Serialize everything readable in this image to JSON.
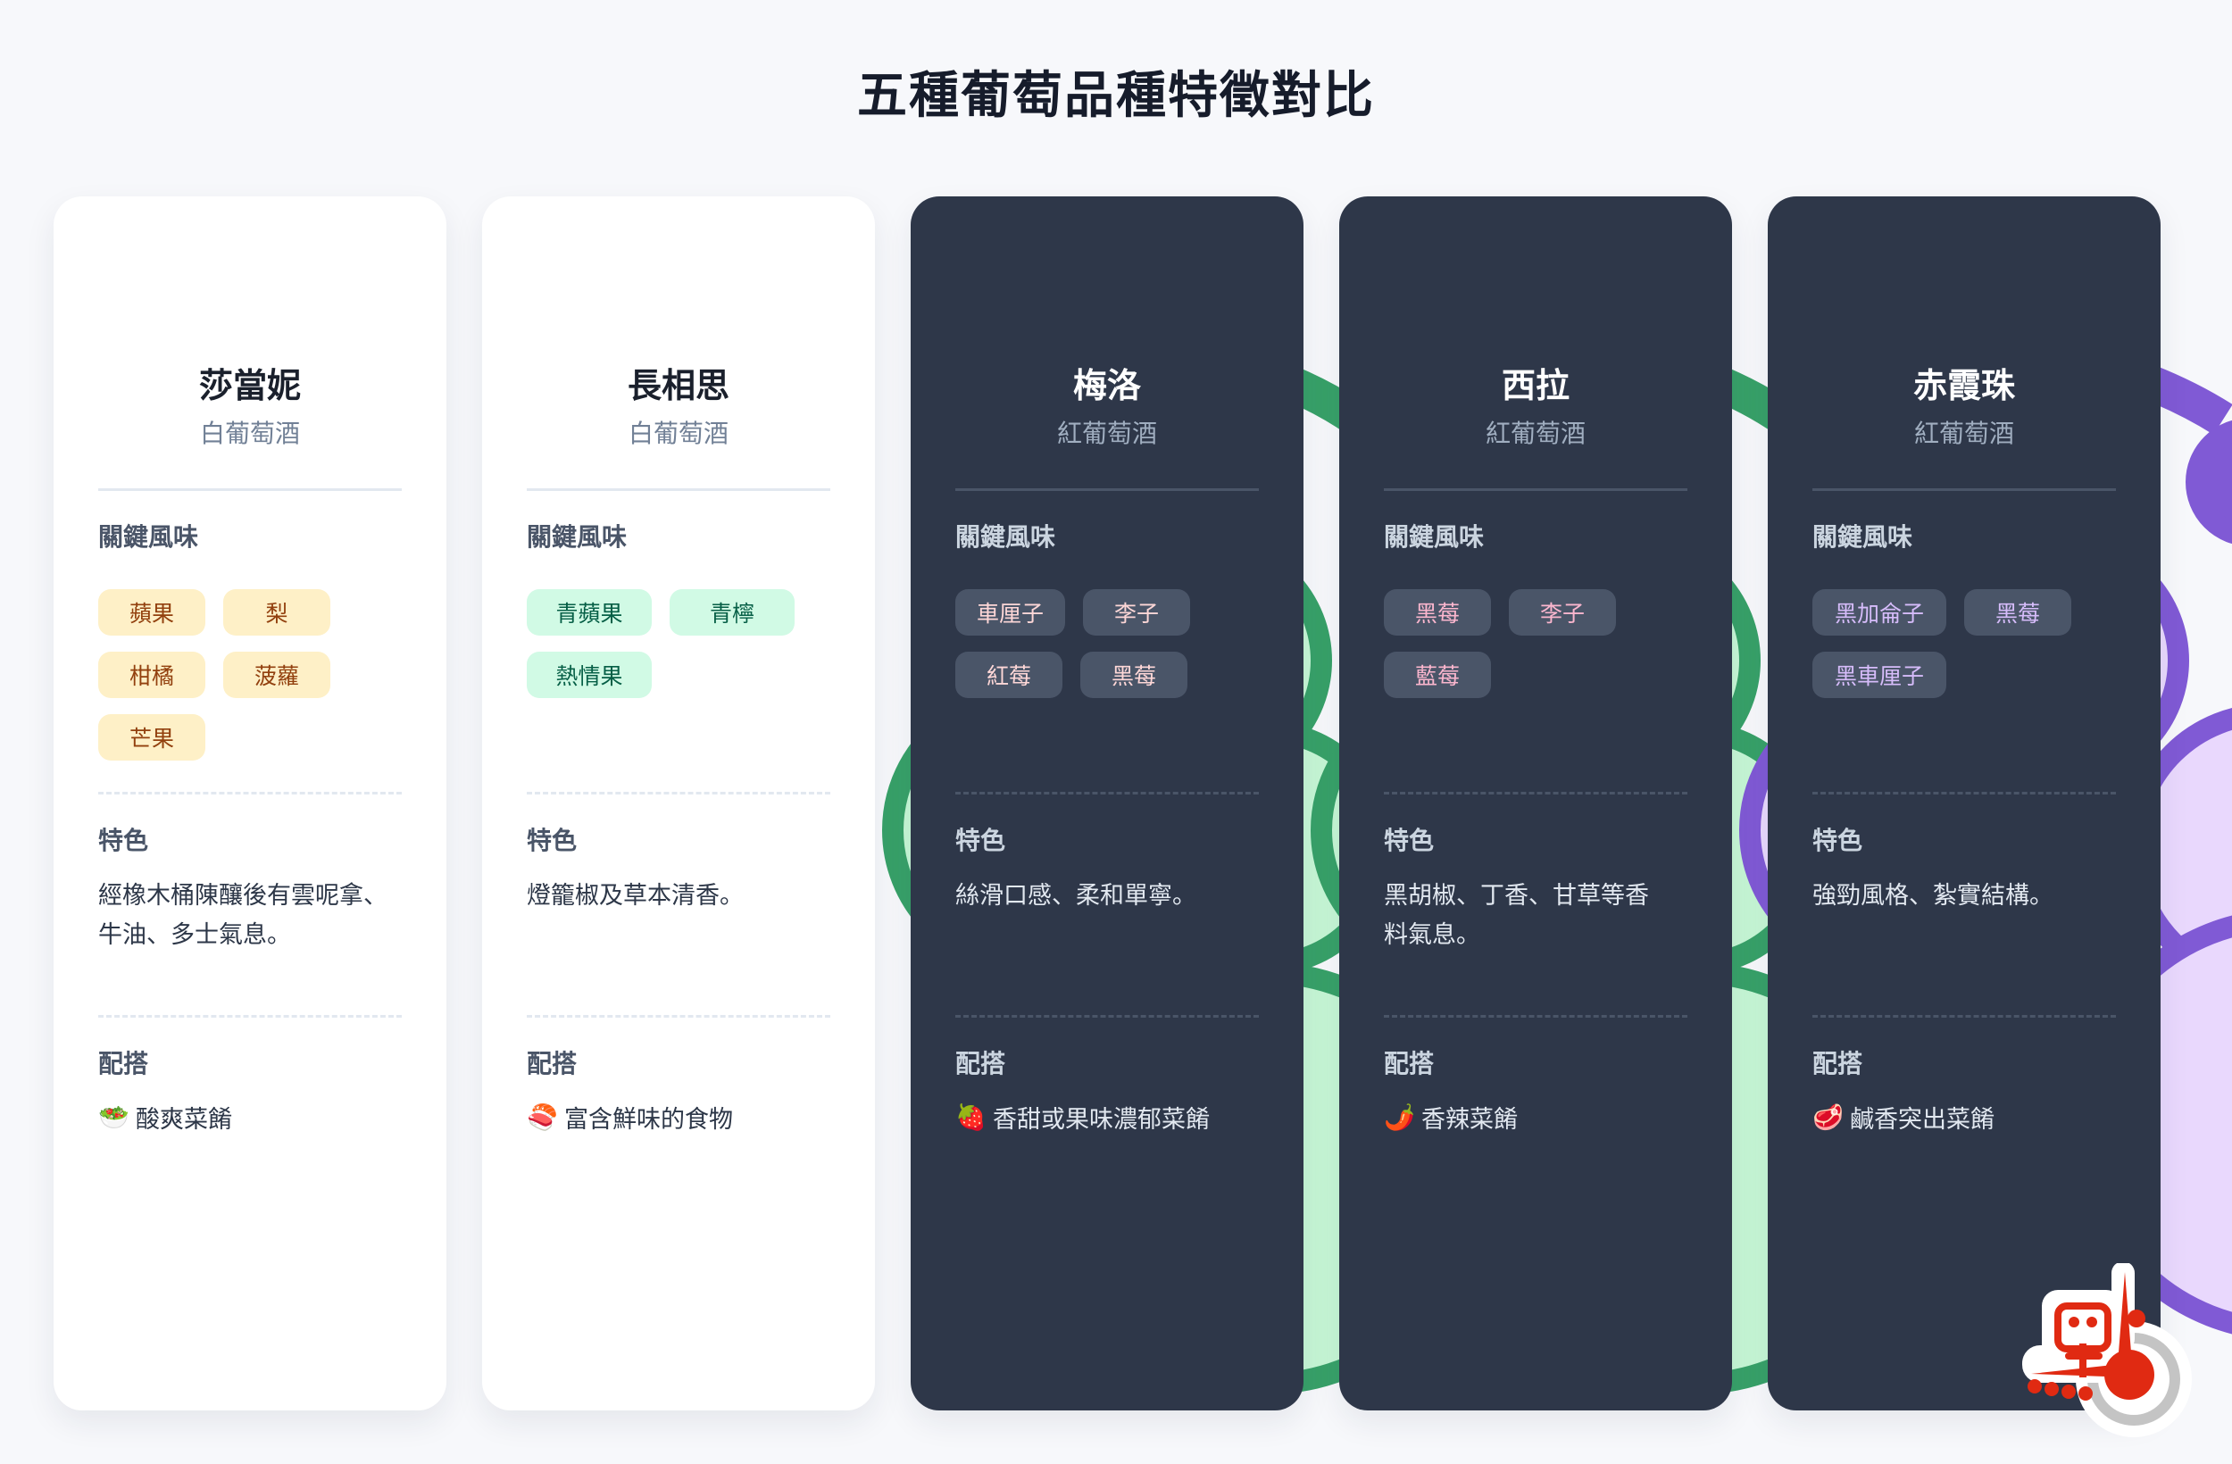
{
  "page": {
    "title": "五種葡萄品種特徵對比"
  },
  "labels": {
    "flavors": "關鍵風味",
    "traits": "特色",
    "pairing": "配搭"
  },
  "colors": {
    "background": "#f7f8fb",
    "card_light": "#ffffff",
    "card_dark": "#2e3749",
    "grape_green_stroke": "#38a169",
    "grape_green_fill": "#c6f6d5",
    "grape_purple_stroke": "#805ad5",
    "grape_purple_fill": "#e9d8fd",
    "logo_red": "#e02a12"
  },
  "cards": [
    {
      "name": "莎當妮",
      "type": "白葡萄酒",
      "theme": "light",
      "flavors": [
        "蘋果",
        "梨",
        "柑橘",
        "菠蘿",
        "芒果"
      ],
      "trait": "經橡木桶陳釀後有雲呢拿、牛油、多士氣息。",
      "pairing_icon": "🥗",
      "pairing_icon_name": "salad-icon",
      "pairing": "酸爽菜餚"
    },
    {
      "name": "長相思",
      "type": "白葡萄酒",
      "theme": "light",
      "flavors": [
        "青蘋果",
        "青檸",
        "熱情果"
      ],
      "trait": "燈籠椒及草本清香。",
      "pairing_icon": "🍣",
      "pairing_icon_name": "sushi-icon",
      "pairing": "富含鮮味的食物"
    },
    {
      "name": "梅洛",
      "type": "紅葡萄酒",
      "theme": "dark",
      "flavors": [
        "車厘子",
        "李子",
        "紅莓",
        "黑莓"
      ],
      "trait": "絲滑口感、柔和單寧。",
      "pairing_icon": "🍓",
      "pairing_icon_name": "strawberry-icon",
      "pairing": "香甜或果味濃郁菜餚"
    },
    {
      "name": "西拉",
      "type": "紅葡萄酒",
      "theme": "dark",
      "flavors": [
        "黑莓",
        "李子",
        "藍莓"
      ],
      "trait": "黑胡椒、丁香、甘草等香料氣息。",
      "pairing_icon": "🌶️",
      "pairing_icon_name": "chili-pepper-icon",
      "pairing": "香辣菜餚"
    },
    {
      "name": "赤霞珠",
      "type": "紅葡萄酒",
      "theme": "dark",
      "flavors": [
        "黑加侖子",
        "黑莓",
        "黑車厘子"
      ],
      "trait": "強勁風格、紮實結構。",
      "pairing_icon": "🥩",
      "pairing_icon_name": "steak-icon",
      "pairing": "鹹香突出菜餚"
    }
  ]
}
